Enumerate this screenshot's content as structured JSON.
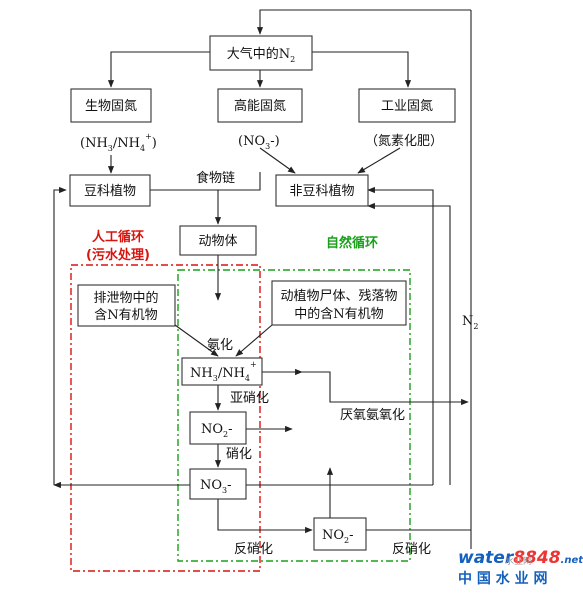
{
  "nodes": {
    "atmosphere": {
      "main": "大气中的N",
      "sub": "2"
    },
    "bio_fixation": "生物固氮",
    "high_energy_fixation": "高能固氮",
    "industrial_fixation": "工业固氮",
    "bio_product": {
      "p1": "(NH",
      "s1": "3",
      "p2": "/NH",
      "s2": "4",
      "sup": "+",
      "p3": ")"
    },
    "high_energy_product": {
      "p1": "(NO",
      "s1": "3",
      "p2": "-)"
    },
    "industrial_product": "（氮素化肥）",
    "legume": "豆科植物",
    "food_chain": "食物链",
    "non_legume": "非豆科植物",
    "animal": "动物体",
    "excreta": {
      "line1": "排泄物中的",
      "line2": "含N有机物"
    },
    "plant_remains": {
      "line1": "动植物尸体、残落物",
      "line2": "中的含N有机物"
    },
    "ammonium": {
      "p1": "NH",
      "s1": "3",
      "p2": "/NH",
      "s2": "4",
      "sup": "+"
    },
    "nitrite": {
      "p1": "NO",
      "s1": "2",
      "p2": "-"
    },
    "nitrate": {
      "p1": "NO",
      "s1": "3",
      "p2": "-"
    },
    "nitrite_right": {
      "p1": "NO",
      "s1": "2",
      "p2": "-"
    }
  },
  "process_labels": {
    "ammonification": "氨化",
    "nitritation": "亚硝化",
    "nitrification": "硝化",
    "anammox": "厌氧氨氧化",
    "denitrification_left": "反硝化",
    "denitrification_right": "反硝化",
    "n2_return": {
      "main": "N",
      "sub": "2"
    }
  },
  "regions": {
    "artificial": {
      "line1": "人工循环",
      "line2": "(污水处理)",
      "color": "#d8140f"
    },
    "natural": {
      "label": "自然循环",
      "color": "#1aa01a"
    }
  },
  "watermark": {
    "brand_a": "water",
    "brand_b": "8848",
    "brand_c": ".net",
    "cn": "中 国 水 业 网",
    "badge": "水业网"
  }
}
